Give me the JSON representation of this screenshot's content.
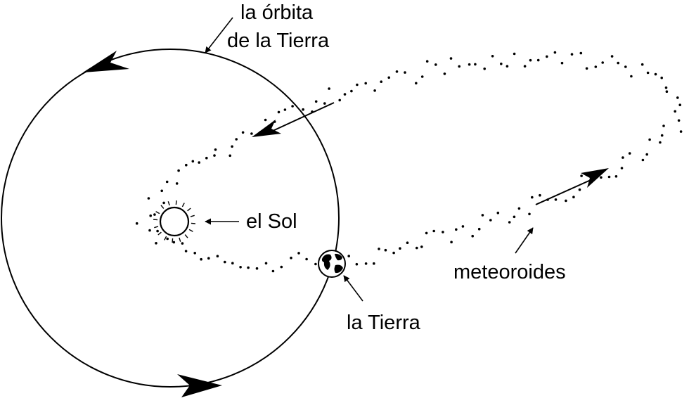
{
  "labels": {
    "orbit_line1": "la órbita",
    "orbit_line2": "de la Tierra",
    "sun": "el Sol",
    "earth": "la Tierra",
    "meteoroids": "meteoroides"
  },
  "colors": {
    "ink": "#000000",
    "background": "#ffffff"
  }
}
